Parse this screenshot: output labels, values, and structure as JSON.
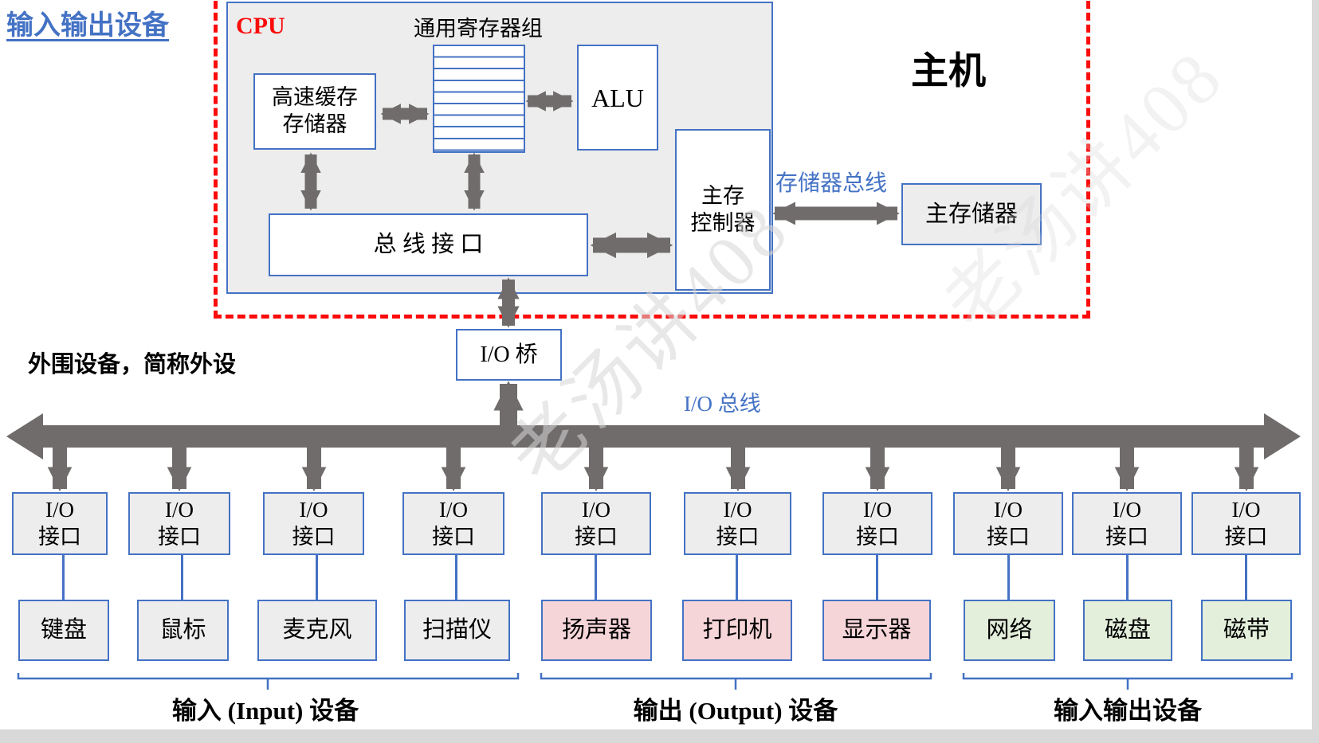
{
  "title": "输入输出设备",
  "host": {
    "label": "主机",
    "cpu": {
      "label": "CPU",
      "cache": {
        "line1": "高速缓存",
        "line2": "存储器"
      },
      "register_file_label": "通用寄存器组",
      "alu_label": "ALU",
      "bus_interface_label": "总 线 接 口",
      "memory_controller": {
        "line1": "主存",
        "line2": "控制器"
      }
    },
    "memory_bus_label": "存储器总线",
    "main_memory_label": "主存储器"
  },
  "peripherals_note": "外围设备，简称外设",
  "io_bridge_label": "I/O 桥",
  "io_bus_label": "I/O 总线",
  "io_interface": {
    "line1": "I/O",
    "line2": "接口"
  },
  "devices": [
    {
      "name": "keyboard",
      "label": "键盘",
      "category": "input"
    },
    {
      "name": "mouse",
      "label": "鼠标",
      "category": "input"
    },
    {
      "name": "microphone",
      "label": "麦克风",
      "category": "input"
    },
    {
      "name": "scanner",
      "label": "扫描仪",
      "category": "input"
    },
    {
      "name": "speaker",
      "label": "扬声器",
      "category": "output"
    },
    {
      "name": "printer",
      "label": "打印机",
      "category": "output"
    },
    {
      "name": "monitor",
      "label": "显示器",
      "category": "output"
    },
    {
      "name": "network",
      "label": "网络",
      "category": "io"
    },
    {
      "name": "disk",
      "label": "磁盘",
      "category": "io"
    },
    {
      "name": "tape",
      "label": "磁带",
      "category": "io"
    }
  ],
  "groups": {
    "input_label": "输入 (Input) 设备",
    "output_label": "输出 (Output) 设备",
    "io_label": "输入输出设备"
  },
  "watermark": "老汤讲408",
  "colors": {
    "accent_blue": "#4472C4",
    "dashed_red": "#FB0B0B",
    "arrow_gray": "#706C6C",
    "box_gray": "#EDEDED",
    "output_pink": "#F6D5D9",
    "io_green": "#E3EFDB",
    "edge_gray": "#D9D9D9",
    "watermark_gray": "#D6D6D6"
  }
}
